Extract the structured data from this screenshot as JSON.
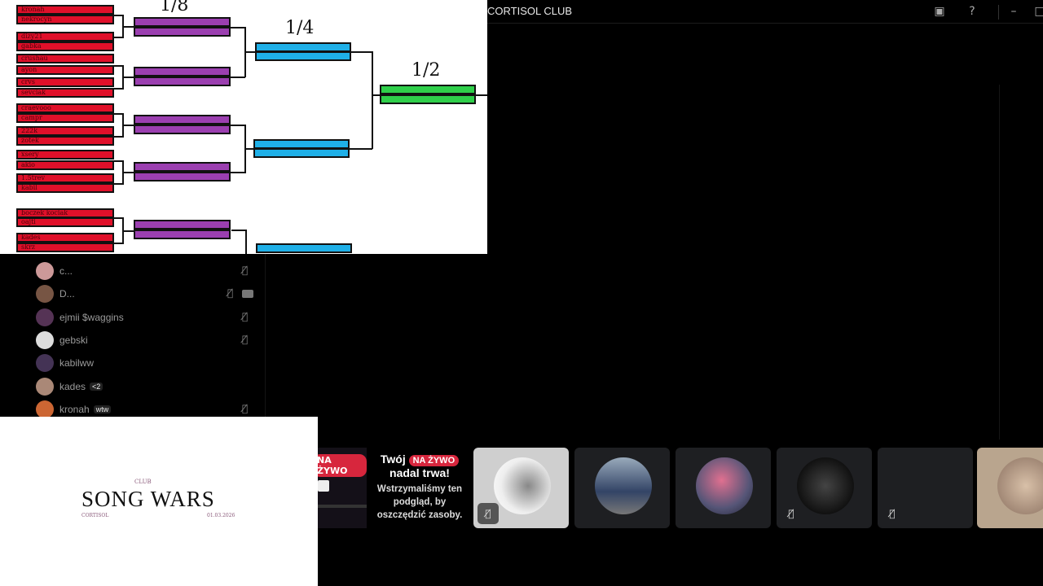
{
  "bracket": {
    "rounds": {
      "r8": "1/8",
      "r4": "1/4",
      "r2": "1/2"
    },
    "players": [
      "kronah",
      "nekrocyn",
      "dizy21",
      "gabka",
      "crushau",
      "ayon",
      "crvs",
      "sevciak",
      "craevooo",
      "campr",
      "222k",
      "zotek",
      "xsery",
      "akio",
      "1.5trev",
      "kabil",
      "boczek kociak",
      "oajti",
      "kades",
      "skrz"
    ]
  },
  "topbar": {
    "title": "CORTISOL CLUB",
    "icons": [
      "inbox-icon",
      "help-icon",
      "minimize-icon",
      "maximize-icon"
    ]
  },
  "members": [
    {
      "name": "c...",
      "muted": true
    },
    {
      "name": "D...",
      "muted": true,
      "video": true
    },
    {
      "name": "ejmii $waggins",
      "muted": true
    },
    {
      "name": "gebski",
      "muted": true
    },
    {
      "name": "kabilww"
    },
    {
      "name": "kades",
      "tag": "<2"
    },
    {
      "name": "kronah",
      "tag": "wtw",
      "muted": true
    }
  ],
  "logo": {
    "club": "CLUB",
    "title": "SONG WARS",
    "left": "CORTISOL",
    "date": "01.03.2026"
  },
  "stream": {
    "live": "NA ŻYWO",
    "line1": "Twój",
    "line2": "nadal trwa!",
    "desc": "Wstrzymaliśmy ten podgląd, by oszczędzić zasoby."
  },
  "colors": {
    "live": "#d7263d",
    "red": "#e0102a",
    "purple": "#9b3fb0",
    "blue": "#1fb0e8",
    "green": "#2fcf4a"
  }
}
